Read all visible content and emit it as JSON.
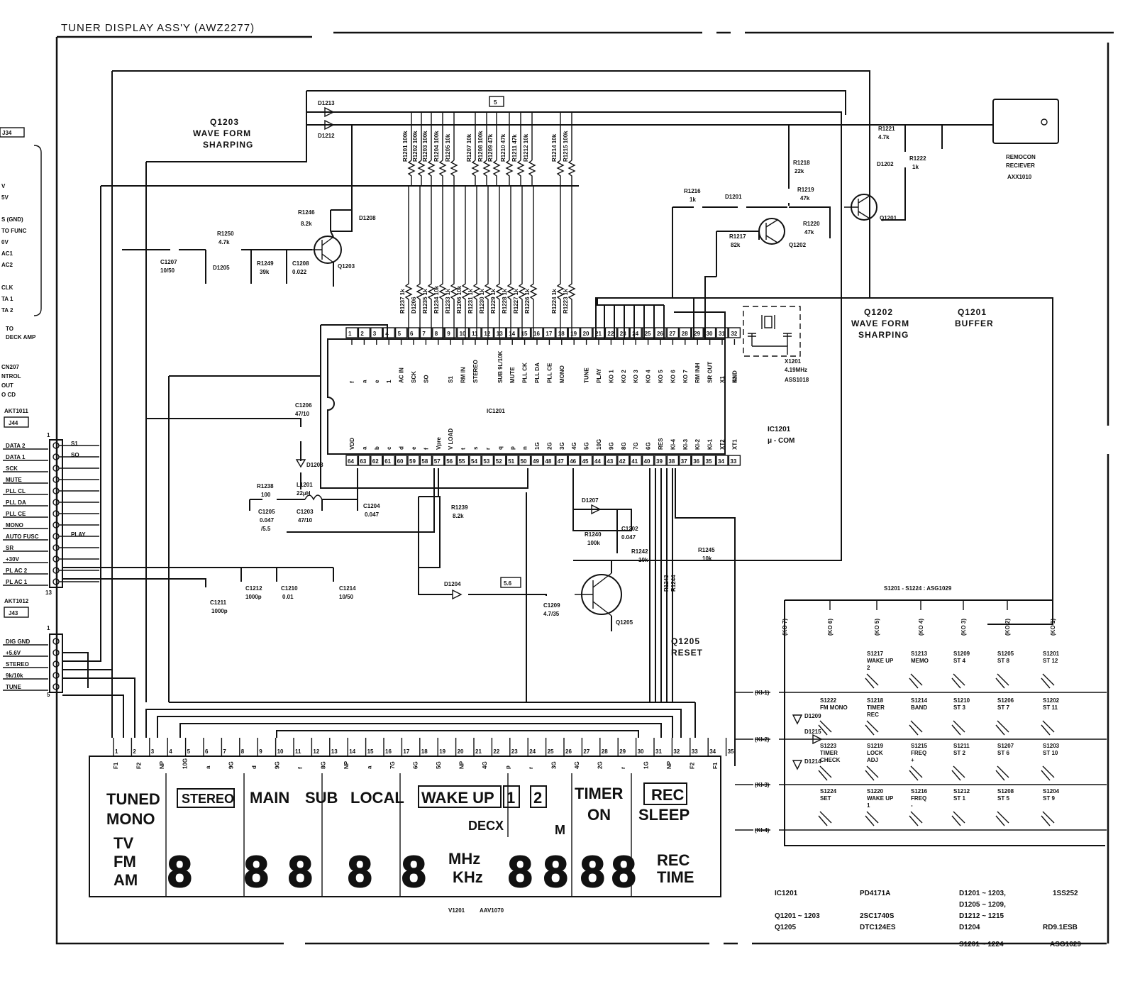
{
  "title": "TUNER DISPLAY ASS'Y (AWZ2277)",
  "ic": {
    "ref": "IC1201",
    "desc": "IC1201",
    "desc2": "μ - COM",
    "top_pins": [
      "1",
      "2",
      "3",
      "4",
      "5",
      "6",
      "7",
      "8",
      "9",
      "10",
      "11",
      "12",
      "13",
      "14",
      "15",
      "16",
      "17",
      "18",
      "19",
      "20",
      "21",
      "22",
      "23",
      "24",
      "25",
      "26",
      "27",
      "28",
      "29",
      "30",
      "31",
      "32"
    ],
    "top_labels": [
      "f",
      "a",
      "e",
      "1",
      "AC IN",
      "SCK",
      "SO",
      "",
      "S1",
      "RM IN",
      "STEREO",
      "",
      "SUB 9L/10K",
      "MUTE",
      "PLL CK",
      "PLL DA",
      "PLL CE",
      "MONO",
      "",
      "TUNE",
      "PLAY",
      "KO 1",
      "KO 2",
      "KO 3",
      "KO 4",
      "KO 5",
      "KO 6",
      "KO 7",
      "RM INH",
      "SR OUT",
      "X1",
      "X2",
      "GND"
    ],
    "bottom_pins": [
      "64",
      "63",
      "62",
      "61",
      "60",
      "59",
      "58",
      "57",
      "56",
      "55",
      "54",
      "53",
      "52",
      "51",
      "50",
      "49",
      "48",
      "47",
      "46",
      "45",
      "44",
      "43",
      "42",
      "41",
      "40",
      "39",
      "38",
      "37",
      "36",
      "35",
      "34",
      "33"
    ],
    "bottom_labels": [
      "VDD",
      "a",
      "b",
      "c",
      "d",
      "e",
      "f",
      "Vpre",
      "V LOAD",
      "t",
      "s",
      "r",
      "q",
      "p",
      "n",
      "1G",
      "2G",
      "3G",
      "4G",
      "5G",
      "10G",
      "9G",
      "8G",
      "7G",
      "6G",
      "RES",
      "KI-4",
      "KI-3",
      "KI-2",
      "KI-1",
      "XT2",
      "XT1"
    ]
  },
  "blocks": {
    "q1203": [
      "Q1203",
      "WAVE FORM",
      "SHARPING"
    ],
    "q1202": [
      "Q1202",
      "WAVE FORM",
      "SHARPING"
    ],
    "q1201": [
      "Q1201",
      "BUFFER"
    ],
    "q1205": [
      "Q1205",
      "RESET"
    ],
    "remocon": [
      "REMOCON",
      "RECIEVER",
      "AXX1010"
    ],
    "xtal": [
      "X1201",
      "4.19MHz",
      "ASS1018"
    ]
  },
  "connector_j44": {
    "ref": "J44",
    "part": "AKT1011",
    "pins": [
      "DATA 2",
      "DATA 1",
      "SCK",
      "MUTE",
      "PLL CL",
      "PLL DA",
      "PLL CE",
      "MONO",
      "AUTO FUSC",
      "SR",
      "+30V",
      "PL AC 2",
      "PL AC 1"
    ],
    "right_tags": [
      "S1",
      "SO",
      "PLAY"
    ],
    "pin_first": "1",
    "pin_last": "13"
  },
  "connector_j43": {
    "ref": "J43",
    "part": "AKT1012",
    "pins": [
      "DIG GND",
      "+5.6V",
      "STEREO",
      "9k/10k",
      "TUNE"
    ],
    "pin_first": "1",
    "pin_last": "5"
  },
  "left_edge": [
    "J34",
    "V",
    "5V",
    "S (GND)",
    "TO FUNC",
    "0V",
    "AC1",
    "AC2",
    "CLK",
    "TA 1",
    "TA 2",
    "TO",
    "DECK AMP",
    "CN207",
    "NTROL",
    "OUT",
    "O CD"
  ],
  "components": [
    {
      "ref": "D1213"
    },
    {
      "ref": "D1212"
    },
    {
      "ref": "R1201",
      "val": "100k"
    },
    {
      "ref": "R1202",
      "val": "100k"
    },
    {
      "ref": "R1203",
      "val": "100k"
    },
    {
      "ref": "R1204",
      "val": "100k"
    },
    {
      "ref": "R1205",
      "val": "10k"
    },
    {
      "ref": "R1207",
      "val": "10k"
    },
    {
      "ref": "R1208",
      "val": "100k"
    },
    {
      "ref": "R1209",
      "val": "47k"
    },
    {
      "ref": "R1210",
      "val": "47k"
    },
    {
      "ref": "R1211",
      "val": "47k"
    },
    {
      "ref": "R1212",
      "val": "10k"
    },
    {
      "ref": "R1214",
      "val": "10k"
    },
    {
      "ref": "R1215",
      "val": "100k"
    },
    {
      "ref": "R1237",
      "val": "1k"
    },
    {
      "ref": "D1206"
    },
    {
      "ref": "R1235",
      "val": "1k"
    },
    {
      "ref": "R1234",
      "val": "10k"
    },
    {
      "ref": "R1233",
      "val": "1k"
    },
    {
      "ref": "R1206",
      "val": "10k"
    },
    {
      "ref": "R1231",
      "val": "1k"
    },
    {
      "ref": "R1230",
      "val": "1k"
    },
    {
      "ref": "R1229",
      "val": "1k"
    },
    {
      "ref": "R1228",
      "val": "1k"
    },
    {
      "ref": "R1227",
      "val": "1k"
    },
    {
      "ref": "R1226",
      "val": "1k"
    },
    {
      "ref": "R1224",
      "val": "1k"
    },
    {
      "ref": "R1223",
      "val": "1k"
    },
    {
      "ref": "R1246",
      "val": "8.2k"
    },
    {
      "ref": "D1208"
    },
    {
      "ref": "R1250",
      "val": "4.7k"
    },
    {
      "ref": "C1207",
      "val": "10/50"
    },
    {
      "ref": "D1205"
    },
    {
      "ref": "R1249",
      "val": "39k"
    },
    {
      "ref": "C1208",
      "val": "0.022"
    },
    {
      "ref": "R1221",
      "val": "4.7k"
    },
    {
      "ref": "D1202"
    },
    {
      "ref": "R1222",
      "val": "1k"
    },
    {
      "ref": "R1218",
      "val": "22k"
    },
    {
      "ref": "R1216",
      "val": "1k"
    },
    {
      "ref": "D1201"
    },
    {
      "ref": "R1219",
      "val": "47k"
    },
    {
      "ref": "R1220",
      "val": "47k"
    },
    {
      "ref": "R1217",
      "val": "82k"
    },
    {
      "ref": "C1206",
      "val": "47/10"
    },
    {
      "ref": "D1203"
    },
    {
      "ref": "R1238",
      "val": "100"
    },
    {
      "ref": "L1201",
      "val": "22μH"
    },
    {
      "ref": "C1205",
      "val": "0.047"
    },
    {
      "ref": "C1205b",
      "val": "/5.5"
    },
    {
      "ref": "C1203",
      "val": "47/10"
    },
    {
      "ref": "C1204",
      "val": "0.047"
    },
    {
      "ref": "R1239",
      "val": "8.2k"
    },
    {
      "ref": "D1207"
    },
    {
      "ref": "R1240",
      "val": "100k"
    },
    {
      "ref": "C1202",
      "val": "0.047"
    },
    {
      "ref": "R1242",
      "val": "10k"
    },
    {
      "ref": "R1243",
      "val": "10k"
    },
    {
      "ref": "R1244",
      "val": "10k"
    },
    {
      "ref": "R1245",
      "val": "10k"
    },
    {
      "ref": "D1204"
    },
    {
      "ref": "C1209",
      "val": "4.7/35"
    },
    {
      "ref": "C1211",
      "val": "1000p"
    },
    {
      "ref": "C1212",
      "val": "1000p"
    },
    {
      "ref": "C1210",
      "val": "0.01"
    },
    {
      "ref": "C1214",
      "val": "10/50"
    }
  ],
  "transistors": [
    "Q1203",
    "Q1202",
    "Q1201",
    "Q1205"
  ],
  "tags": [
    "5",
    "5.6"
  ],
  "switches": {
    "title": "S1201 - S1224 : ASG1029",
    "ko": [
      "KO 7",
      "KO 6",
      "KO 5",
      "KO 4",
      "KO 3",
      "KO 2",
      "KO 1"
    ],
    "ki": [
      "KI-1",
      "KI-2",
      "KI-3",
      "KI-4"
    ],
    "rows": [
      [
        [
          "S1217",
          "WAKE UP",
          "2"
        ],
        [
          "S1213",
          "MEMO"
        ],
        [
          "S1209",
          "ST 4"
        ],
        [
          "S1205",
          "ST 8"
        ],
        [
          "S1201",
          "ST 12"
        ]
      ],
      [
        [
          "S1222",
          "FM MONO"
        ],
        [
          "S1218",
          "TIMER",
          "REC"
        ],
        [
          "S1214",
          "BAND"
        ],
        [
          "S1210",
          "ST 3"
        ],
        [
          "S1206",
          "ST 7"
        ],
        [
          "S1202",
          "ST 11"
        ]
      ],
      [
        [
          "S1223",
          "TIMER",
          "CHECK"
        ],
        [
          "S1219",
          "LOCK",
          "ADJ"
        ],
        [
          "S1215",
          "FREQ",
          "+"
        ],
        [
          "S1211",
          "ST 2"
        ],
        [
          "S1207",
          "ST 6"
        ],
        [
          "S1203",
          "ST 10"
        ]
      ],
      [
        [
          "S1224",
          "SET"
        ],
        [
          "S1220",
          "WAKE UP",
          "1"
        ],
        [
          "S1216",
          "FREQ",
          "-"
        ],
        [
          "S1212",
          "ST 1"
        ],
        [
          "S1208",
          "ST 5"
        ],
        [
          "S1204",
          "ST 9"
        ]
      ]
    ],
    "diodes": [
      "D1209",
      "D1215",
      "D1214"
    ]
  },
  "display": {
    "ref": "V1201",
    "part": "AAV1070",
    "pins": [
      "1",
      "2",
      "3",
      "4",
      "5",
      "6",
      "7",
      "8",
      "9",
      "10",
      "11",
      "12",
      "13",
      "14",
      "15",
      "16",
      "17",
      "18",
      "19",
      "20",
      "21",
      "22",
      "23",
      "24",
      "25",
      "26",
      "27",
      "28",
      "29",
      "30",
      "31",
      "32",
      "33",
      "34",
      "35"
    ],
    "pin_labels": [
      "F1",
      "F2",
      "NP",
      "10G",
      "a",
      "9G",
      "d",
      "9G",
      "f",
      "8G",
      "NP",
      "a",
      "7G",
      "6G",
      "5G",
      "NP",
      "4G",
      "p",
      "r",
      "3G",
      "4G",
      "2G",
      "r",
      "1G",
      "NP",
      "F2",
      "F1"
    ],
    "indicators": [
      "TUNED",
      "MONO",
      "TV",
      "FM",
      "AM",
      "STEREO",
      "MAIN",
      "SUB",
      "LOCAL",
      "WAKE UP",
      "1",
      "2",
      "TIMER",
      "REC",
      "ON",
      "SLEEP",
      "DECX",
      "M",
      "MHz",
      "KHz",
      "REC",
      "TIME"
    ]
  },
  "parts_list": [
    {
      "ref": "IC1201",
      "part": "PD4171A"
    },
    {
      "ref": "Q1201 ~ 1203",
      "part": "2SC1740S"
    },
    {
      "ref": "Q1205",
      "part": "DTC124ES"
    },
    {
      "ref": "D1201 ~ 1203,",
      "part": "1SS252"
    },
    {
      "ref": "D1205 ~ 1209,",
      "part": ""
    },
    {
      "ref": "D1212 ~ 1215",
      "part": ""
    },
    {
      "ref": "D1204",
      "part": "RD9.1ESB"
    },
    {
      "ref": "S1201 ~ 1224",
      "part": "ASG1029"
    }
  ]
}
